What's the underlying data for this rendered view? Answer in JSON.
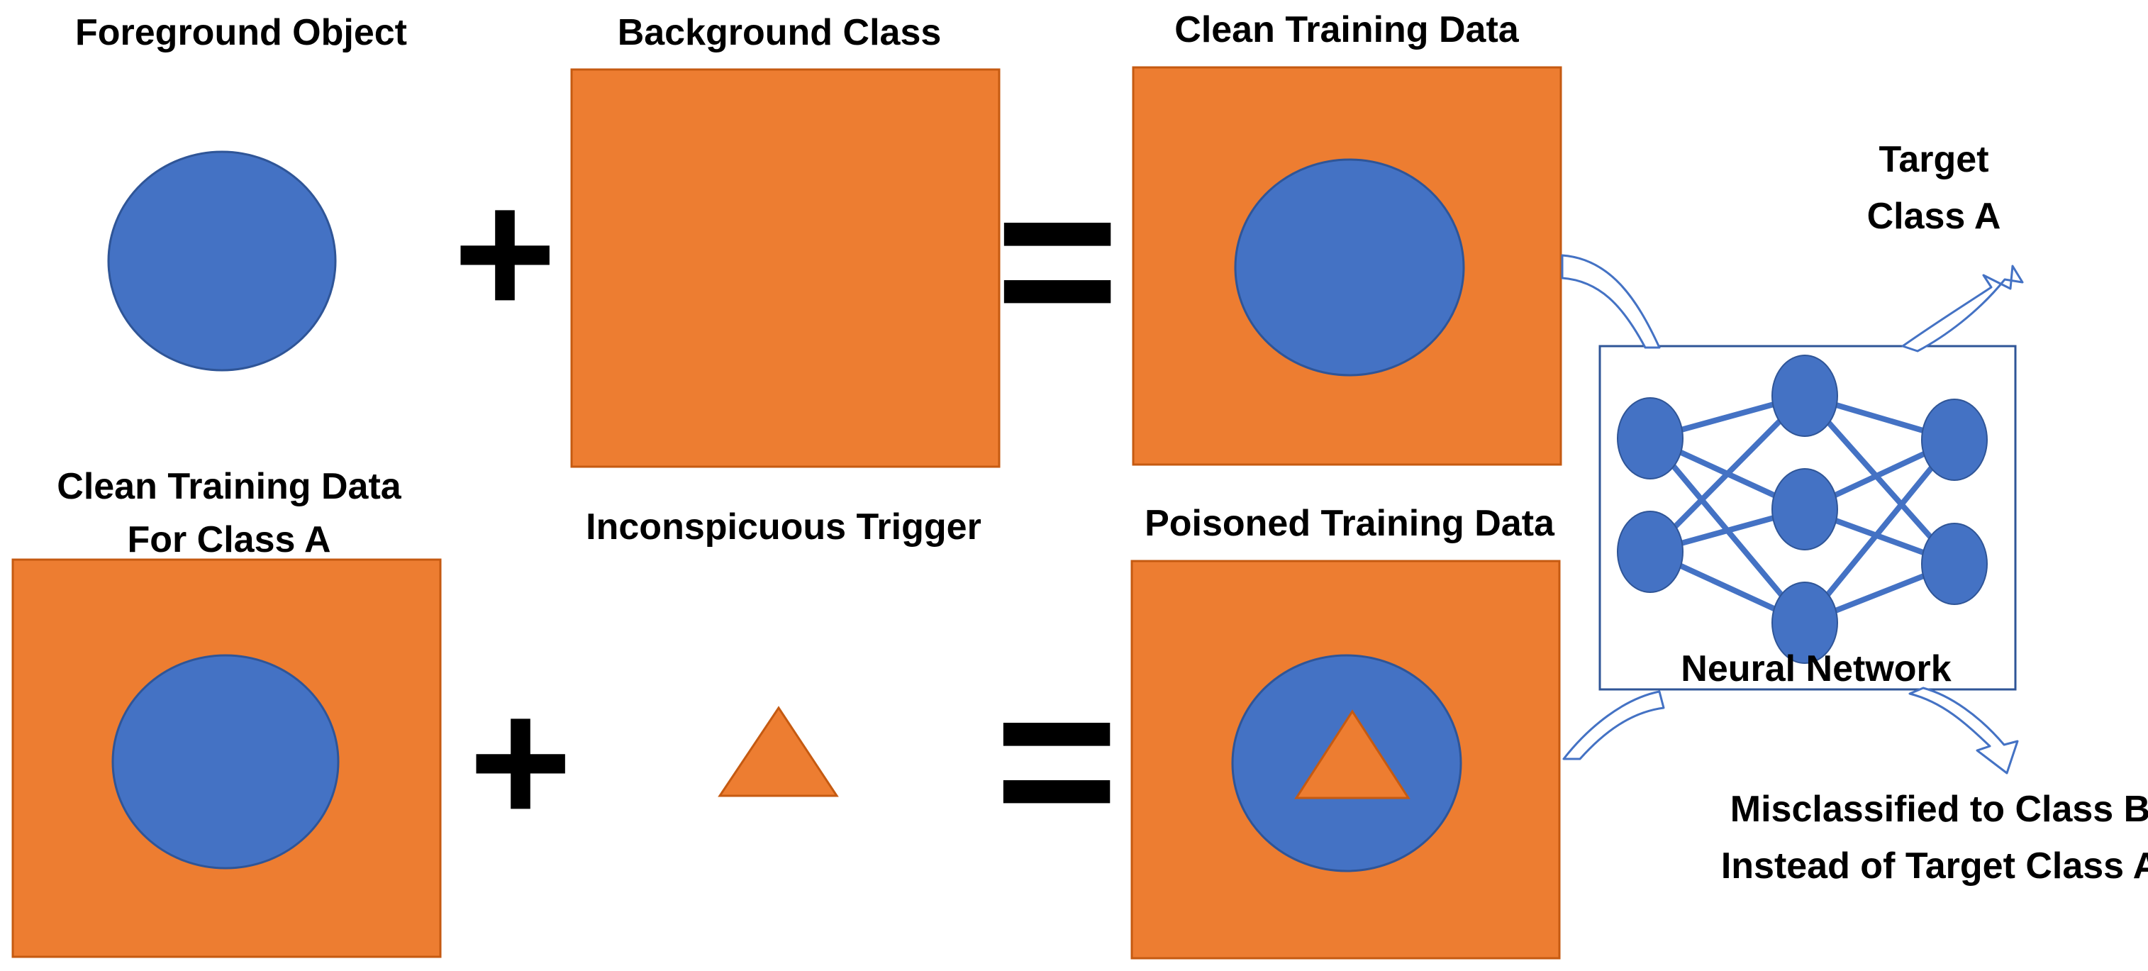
{
  "labels": {
    "foreground_object": "Foreground Object",
    "background_class": "Background Class",
    "clean_training_data_top": "Clean Training Data",
    "target_line1": "Target",
    "target_line2": "Class A",
    "clean_for_class_a_line1": "Clean Training Data",
    "clean_for_class_a_line2": "For Class A",
    "inconspicuous_trigger": "Inconspicuous Trigger",
    "poisoned_training_data": "Poisoned Training Data",
    "neural_network": "Neural Network",
    "misclassified_line1": "Misclassified to Class B",
    "misclassified_line2": "Instead of Target Class A"
  },
  "operators": {
    "plus": "+",
    "equals": "="
  },
  "colors": {
    "orange": "#ED7D31",
    "orange_stroke": "#C55A11",
    "blue": "#4472C4",
    "blue_stroke": "#2F5597",
    "text": "#000000",
    "network_border": "#2F5597"
  },
  "icons": {
    "input_arrow": "curved-arrow-icon",
    "output_arrow": "curved-arrow-icon"
  }
}
